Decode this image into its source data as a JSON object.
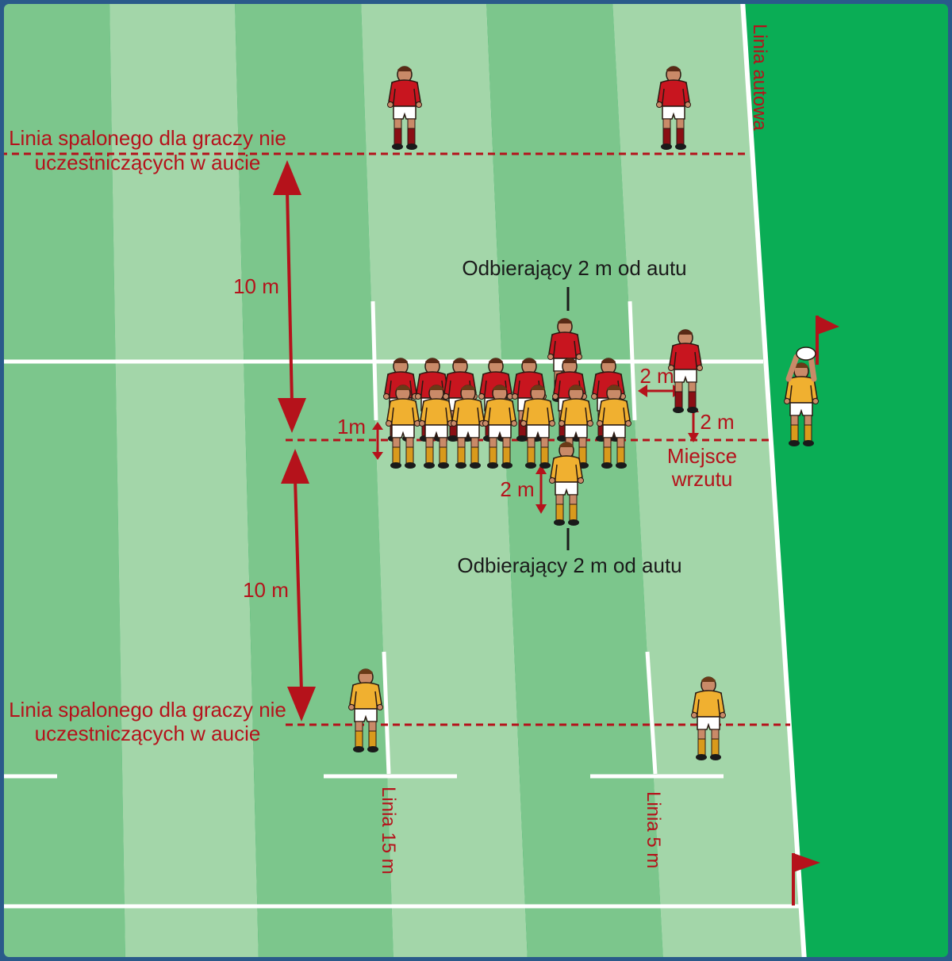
{
  "labels": {
    "offside_line_top_1": "Linia spalonego dla graczy nie",
    "offside_line_top_2": "uczestniczących w aucie",
    "offside_line_bottom_1": "Linia spalonego dla graczy nie",
    "offside_line_bottom_2": "uczestniczących w aucie",
    "touchline": "Linia autowa",
    "dist_top": "10 m",
    "dist_bottom": "10 m",
    "receiver_top": "Odbierający 2 m od autu",
    "receiver_bottom": "Odbierający 2 m od autu",
    "gap_1m": "1m",
    "gap_2m_side": "2 m",
    "gap_2m_right": "2 m",
    "gap_2m_receiver": "2 m",
    "throw_mark_1": "Miejsce",
    "throw_mark_2": "wrzutu",
    "line_15m": "Linia 15 m",
    "line_5m": "Linia 5 m"
  },
  "colors": {
    "pitch_dark": "#7cc68c",
    "pitch_light": "#a3d6a9",
    "outside": "#0aad55",
    "line": "#ffffff",
    "marker": "#b5121b",
    "team_red_shirt": "#c8151f",
    "team_yellow_shirt": "#f0b030"
  },
  "icons": {
    "corner_flag": "corner-flag-icon",
    "player": "rugby-player-icon",
    "ball": "rugby-ball-icon"
  }
}
